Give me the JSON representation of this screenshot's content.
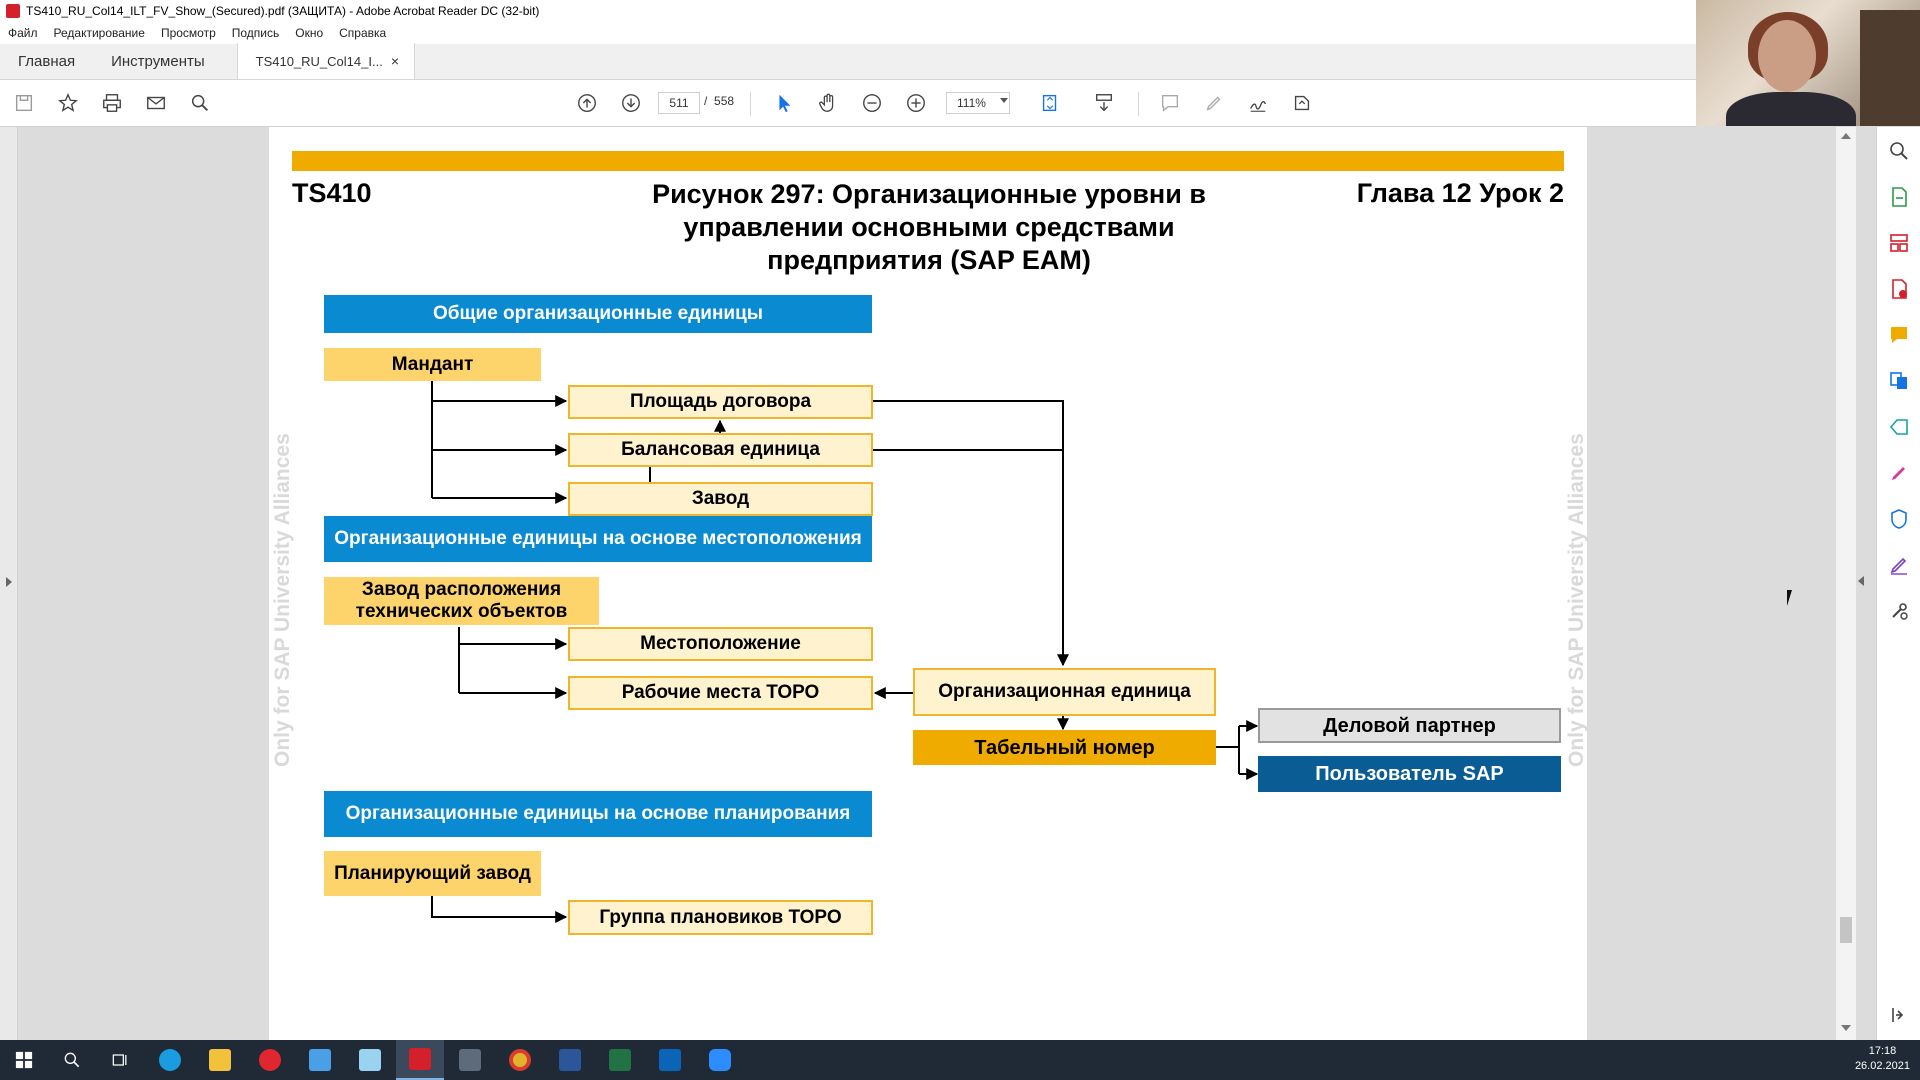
{
  "window": {
    "title": "TS410_RU_Col14_ILT_FV_Show_(Secured).pdf (ЗАЩИТА) - Adobe Acrobat Reader DC (32-bit)"
  },
  "menu": [
    "Файл",
    "Редактирование",
    "Просмотр",
    "Подпись",
    "Окно",
    "Справка"
  ],
  "tabs": {
    "home": "Главная",
    "tools": "Инструменты",
    "document": "TS410_RU_Col14_I...",
    "close": "×"
  },
  "toolbar": {
    "page_current": "511",
    "page_separator": "/",
    "page_total": "558",
    "zoom": "111%"
  },
  "slide": {
    "code": "TS410",
    "title": "Рисунок 297: Организационные уровни в управлении основными средствами предприятия (SAP EAM)",
    "chapter": "Глава 12 Урок 2",
    "watermark": "Only for SAP University Alliances",
    "sections": {
      "general": "Общие организационные единицы",
      "location": "Организационные единицы на основе местоположения",
      "planning": "Организационные единицы на основе планирования"
    },
    "nodes": {
      "client": "Мандант",
      "contract_area": "Площадь договора",
      "company_code": "Балансовая единица",
      "plant": "Завод",
      "maint_plant": "Завод расположения технических объектов",
      "location": "Местоположение",
      "work_centers": "Рабочие места ТОРО",
      "org_unit": "Организационная единица",
      "personnel_no": "Табельный номер",
      "business_partner": "Деловой партнер",
      "sap_user": "Пользователь SAP",
      "planning_plant": "Планирующий завод",
      "planner_group": "Группа плановиков ТОРО"
    },
    "colors": {
      "accent": "#f0ab00",
      "section_blue": "#0a8ad1",
      "dark_blue": "#0a5d94",
      "node_yellow": "#fdd36b",
      "node_light": "#fff3cf"
    }
  },
  "taskbar": {
    "time": "17:18",
    "date": "26.02.2021"
  }
}
